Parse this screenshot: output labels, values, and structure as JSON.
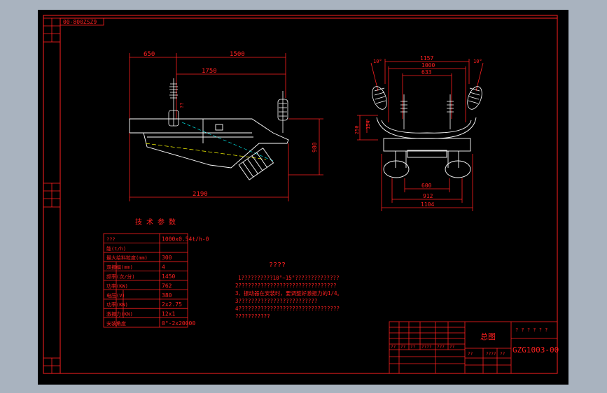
{
  "drawing_no_rotated": "00-800ZSZ9",
  "front_view": {
    "dims": {
      "d650": "650",
      "d1500": "1500",
      "d1750": "1750",
      "d2190": "2190",
      "d980": "980"
    }
  },
  "side_view": {
    "dims": {
      "d1157": "1157",
      "d1000": "1000",
      "d633": "633",
      "d600": "600",
      "d912": "912",
      "d1104": "1104",
      "d250": "250",
      "d154": "154",
      "angle_left": "10°",
      "angle_right": "10°"
    }
  },
  "tech_params": {
    "title": "技 术 参 数",
    "rows": [
      {
        "label": "???",
        "value": "1000x0.54t/h-0"
      },
      {
        "label": "能(t/h)",
        "value": ""
      },
      {
        "label": "最大给料粒度(mm)",
        "value": "300"
      },
      {
        "label": "双振幅(mm)",
        "value": "4"
      },
      {
        "label": "频率(次/分)",
        "value": "1450"
      },
      {
        "label": "功率(KW)",
        "value": "762"
      },
      {
        "label": "电压(V)",
        "value": "380"
      },
      {
        "label": "功率(KW)",
        "value": "2x2.75"
      },
      {
        "label": "激振力(KN)",
        "value": "12x1"
      },
      {
        "label": "安装角度",
        "value": "0°-2x20000"
      }
    ]
  },
  "notes": {
    "title": "????",
    "lines": [
      "1??????????10°~15°??????????????",
      "2???????????????????????????????",
      "3、振动器在安装时，要调整好激振力的1/4。",
      "3?????????????????????????",
      "4????????????????????????????????",
      "???????????"
    ]
  },
  "title_block": {
    "drawing_name": "总图",
    "code": "GZG1003-00",
    "small_cells": [
      "??",
      "??",
      "??",
      "????",
      "???",
      "??",
      "??",
      "????",
      "??"
    ]
  }
}
